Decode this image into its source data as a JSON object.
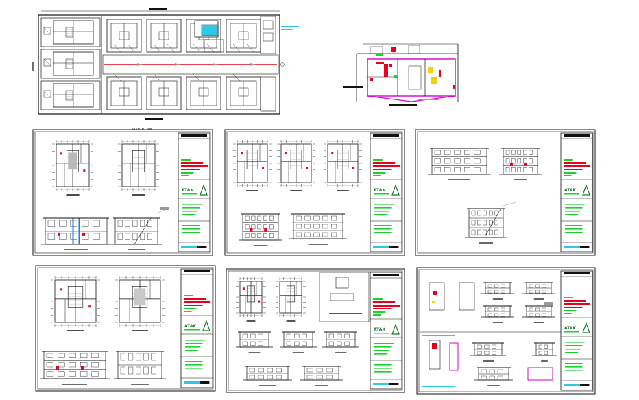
{
  "labels": {
    "site_plan": "SITE PLAN"
  },
  "colors": {
    "line": "#111111",
    "red": "#e8001c",
    "green": "#17d32a",
    "cyan": "#2ec7e6",
    "magenta": "#d400d4",
    "blue": "#1e7ce0",
    "yellow": "#f3d200",
    "grey": "#9a9a9a"
  },
  "sheets": [
    {
      "id": "sheet-1",
      "logo": "ATAK",
      "logo_icon": "triangle-icon"
    },
    {
      "id": "sheet-2",
      "logo": "ATAK",
      "logo_icon": "triangle-icon"
    },
    {
      "id": "sheet-3",
      "logo": "ATAK",
      "logo_icon": "triangle-icon"
    },
    {
      "id": "sheet-4",
      "logo": "ATAK",
      "logo_icon": "triangle-icon"
    },
    {
      "id": "sheet-5",
      "logo": "ATAK",
      "logo_icon": "triangle-icon"
    },
    {
      "id": "sheet-6",
      "logo": "ATAK",
      "logo_icon": "triangle-icon"
    }
  ]
}
